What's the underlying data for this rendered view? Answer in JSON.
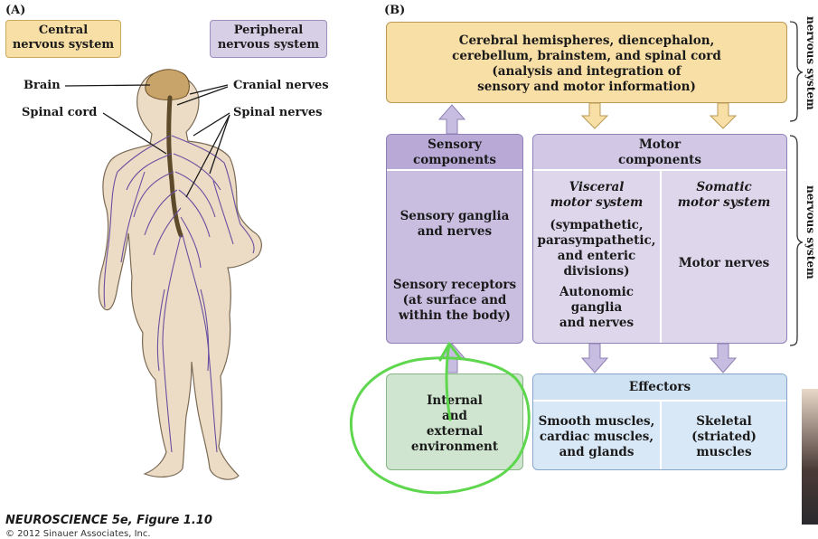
{
  "panel_a": {
    "label": "(A)",
    "cns_tag": [
      "Central",
      "nervous system"
    ],
    "pns_tag": [
      "Peripheral",
      "nervous system"
    ],
    "labels": {
      "brain": "Brain",
      "spinal_cord": "Spinal cord",
      "cranial_nerves": "Cranial nerves",
      "spinal_nerves": "Spinal nerves"
    }
  },
  "panel_b": {
    "label": "(B)",
    "top_box": [
      "Cerebral hemispheres, diencephalon,",
      "cerebellum, brainstem, and spinal cord",
      "(analysis and integration of",
      "sensory and motor information)"
    ],
    "sensory": {
      "header": [
        "Sensory",
        "components"
      ],
      "ganglia": [
        "Sensory ganglia",
        "and nerves"
      ],
      "receptors": [
        "Sensory receptors",
        "(at surface and",
        "within the body)"
      ]
    },
    "motor": {
      "header": [
        "Motor",
        "components"
      ],
      "visceral_title": [
        "Visceral",
        "motor system"
      ],
      "visceral_body": [
        "(sympathetic,",
        "parasympathetic,",
        "and enteric",
        "divisions)"
      ],
      "autonomic": [
        "Autonomic",
        "ganglia",
        "and nerves"
      ],
      "somatic_title": [
        "Somatic",
        "motor system"
      ],
      "motor_nerves": "Motor nerves"
    },
    "environment": [
      "Internal",
      "and",
      "external",
      "environment"
    ],
    "effectors": {
      "header": "Effectors",
      "smooth": [
        "Smooth muscles,",
        "cardiac muscles,",
        "and glands"
      ],
      "skeletal": [
        "Skeletal",
        "(striated)",
        "muscles"
      ]
    },
    "side_labels": {
      "cns": "nervous system",
      "pns": "nervous system"
    }
  },
  "credit": {
    "title": "NEUROSCIENCE 5e, Figure 1.10",
    "copyright": "© 2012 Sinauer Associates, Inc."
  },
  "colors": {
    "cns": "#f8dfa6",
    "pns": "#d7cfe6",
    "pns_dark": "#b9a9d6",
    "env": "#cfe5cf",
    "effectors": "#cfe2f3",
    "arrow_lav": "#c7bde0",
    "annotation": "#5ed64e"
  }
}
